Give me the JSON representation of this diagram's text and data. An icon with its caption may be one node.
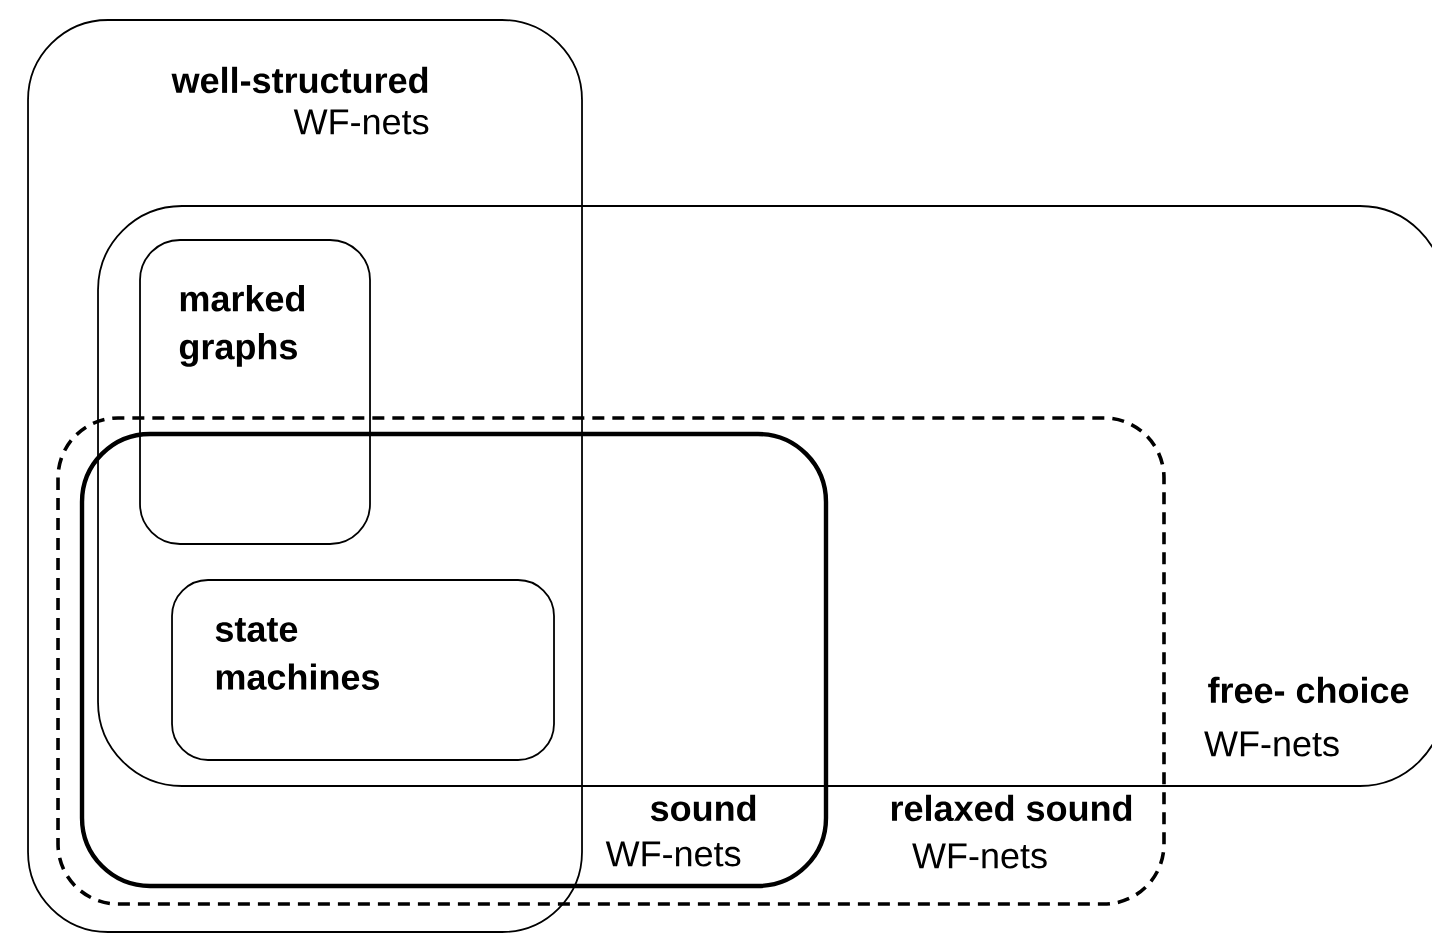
{
  "diagram": {
    "nodes": [
      {
        "text": [
          "well-structured",
          "WF-nets"
        ]
      },
      {
        "text": [
          "free- choice",
          "WF-nets"
        ]
      },
      {
        "text": [
          "relaxed sound",
          "WF-nets"
        ]
      },
      {
        "text": [
          "sound",
          "WF-nets"
        ],
        "in": 2
      },
      {
        "text": [
          "marked graphs"
        ]
      },
      {
        "text": [
          "state machines"
        ]
      }
    ]
  }
}
